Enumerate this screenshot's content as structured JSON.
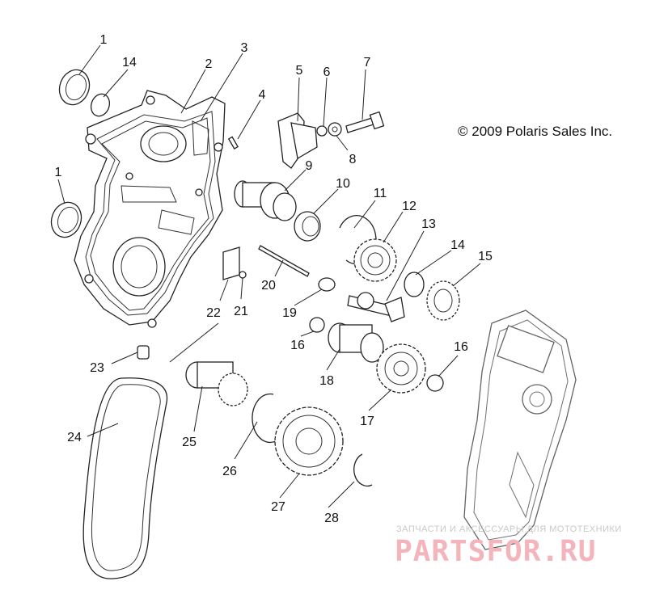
{
  "copyright": "© 2009 Polaris Sales Inc.",
  "watermark": {
    "subtitle": "ЗАПЧАСТИ И АКСЕССУАРЫ ДЛЯ МОТОТЕХНИКИ",
    "brand": "PARTSFOR.RU"
  },
  "callouts": [
    "1",
    "14",
    "2",
    "3",
    "4",
    "5",
    "6",
    "7",
    "8",
    "1",
    "9",
    "10",
    "11",
    "12",
    "13",
    "14",
    "15",
    "20",
    "22",
    "21",
    "19",
    "16",
    "18",
    "17",
    "16",
    "23",
    "24",
    "25",
    "26",
    "27",
    "28"
  ]
}
